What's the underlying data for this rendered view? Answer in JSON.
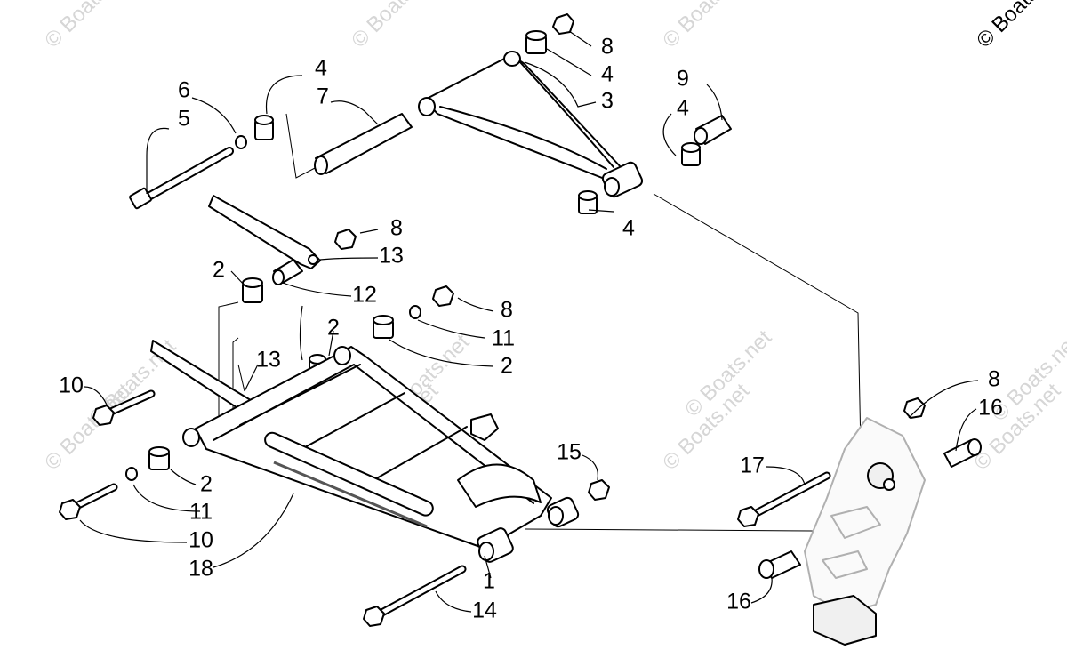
{
  "diagram": {
    "watermark_text": "© Boats.net",
    "callouts": {
      "c1": "1",
      "c2a": "2",
      "c2b": "2",
      "c2c": "2",
      "c2d": "2",
      "c3": "3",
      "c4a": "4",
      "c4b": "4",
      "c4c": "4",
      "c4d": "4",
      "c5": "5",
      "c6": "6",
      "c7": "7",
      "c8a": "8",
      "c8b": "8",
      "c8c": "8",
      "c8d": "8",
      "c9": "9",
      "c10a": "10",
      "c10b": "10",
      "c11a": "11",
      "c11b": "11",
      "c12": "12",
      "c13a": "13",
      "c13b": "13",
      "c14": "14",
      "c15": "15",
      "c16a": "16",
      "c16b": "16",
      "c17": "17",
      "c18": "18"
    }
  }
}
